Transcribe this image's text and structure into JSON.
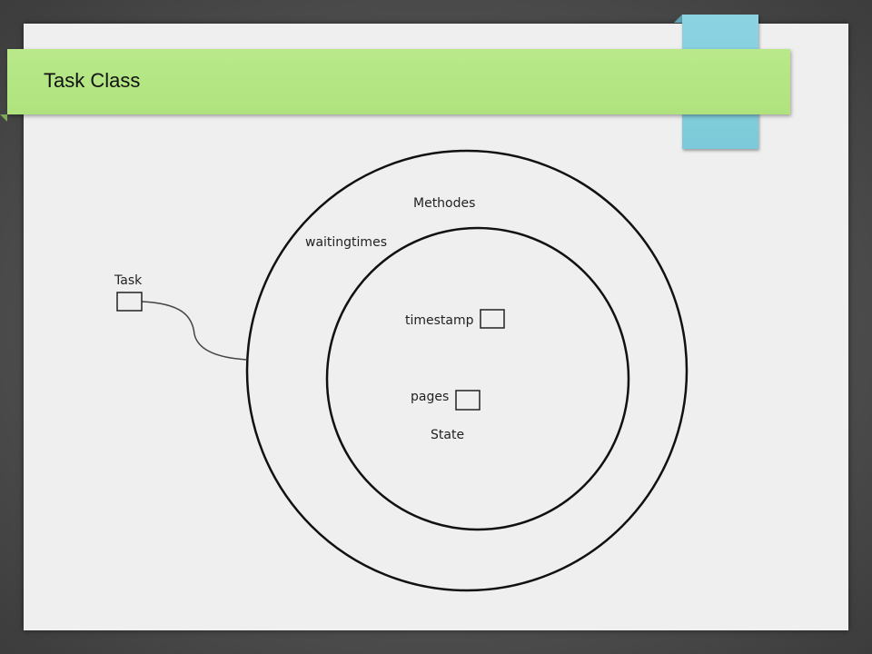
{
  "title": "Task Class",
  "diagram": {
    "task_label": "Task",
    "outer_label": "Methodes",
    "inner_top_label": "waitingtimes",
    "timestamp_label": "timestamp",
    "pages_label": "pages",
    "state_label": "State"
  }
}
